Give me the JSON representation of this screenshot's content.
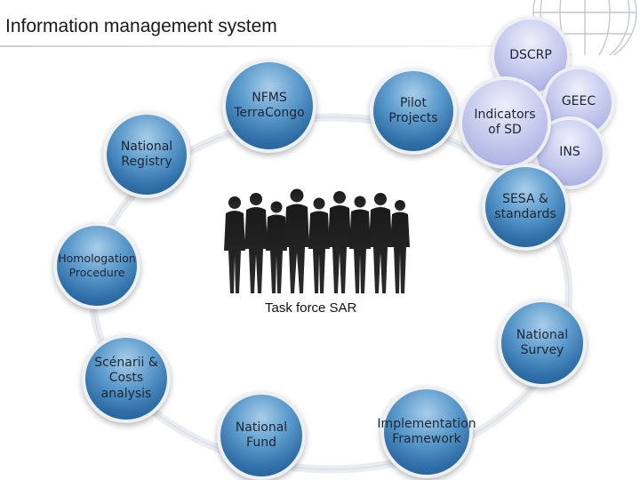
{
  "header": {
    "title": "Information management system"
  },
  "center": {
    "caption": "Task force SAR",
    "icon": "group-of-people-icon"
  },
  "bubbles": {
    "national_registry": "National\nRegistry",
    "nfms": "NFMS\nTerraCongo",
    "pilot_projects": "Pilot\nProjects",
    "dscrp": "DSCRP",
    "geec": "GEEC",
    "indicators": "Indicators\nof SD",
    "ins": "INS",
    "sesa": "SESA &\nstandards",
    "homologation": "Homologation\nProcedure",
    "national_survey": "National\nSurvey",
    "scenarii": "Scénarii &\nCosts\nanalysis",
    "national_fund": "National\nFund",
    "implementation": "Implementation\nFramework"
  },
  "colors": {
    "bubble_blue": "#3a78b0",
    "bubble_lavender": "#c9cdef",
    "ring": "#e6e9ee",
    "title_text": "#1a1a1a"
  }
}
